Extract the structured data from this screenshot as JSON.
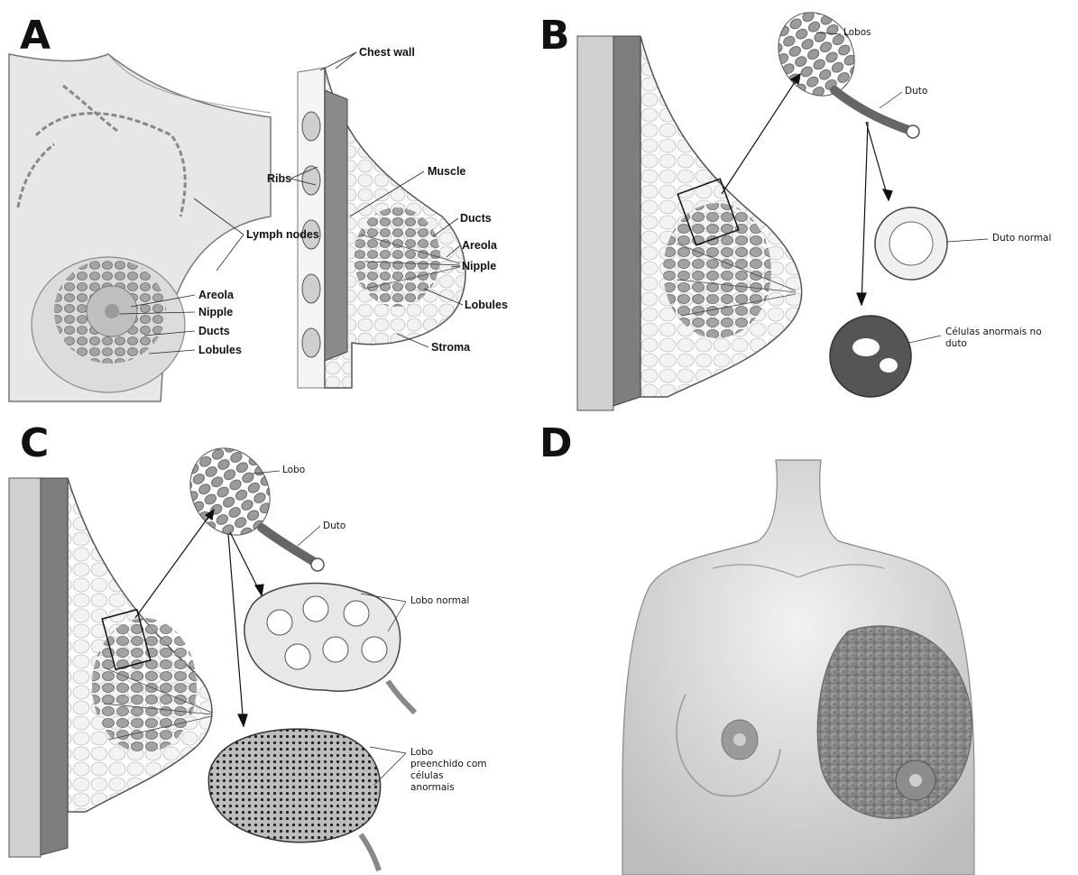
{
  "panels": {
    "a": {
      "letter": "A",
      "labels": {
        "chest_wall": "Chest wall",
        "ribs": "Ribs",
        "muscle": "Muscle",
        "lymph_nodes": "Lymph nodes",
        "ducts_side": "Ducts",
        "areola_side": "Areola",
        "nipple_side": "Nipple",
        "lobules_side": "Lobules",
        "stroma": "Stroma",
        "areola_front": "Areola",
        "nipple_front": "Nipple",
        "ducts_front": "Ducts",
        "lobules_front": "Lobules"
      }
    },
    "b": {
      "letter": "B",
      "labels": {
        "lobos": "Lobos",
        "duto": "Duto",
        "duto_normal": "Duto normal",
        "celulas_anormais": "Células anormais no duto"
      }
    },
    "c": {
      "letter": "C",
      "labels": {
        "lobo": "Lobo",
        "duto": "Duto",
        "lobo_normal": "Lobo normal",
        "lobo_preenchido": "Lobo preenchido com células anormais"
      }
    },
    "d": {
      "letter": "D"
    }
  },
  "colors": {
    "skin": "#e6e6e6",
    "tissue_dark": "#7a7a7a",
    "tissue_mid": "#a8a8a8",
    "line": "#333333"
  }
}
